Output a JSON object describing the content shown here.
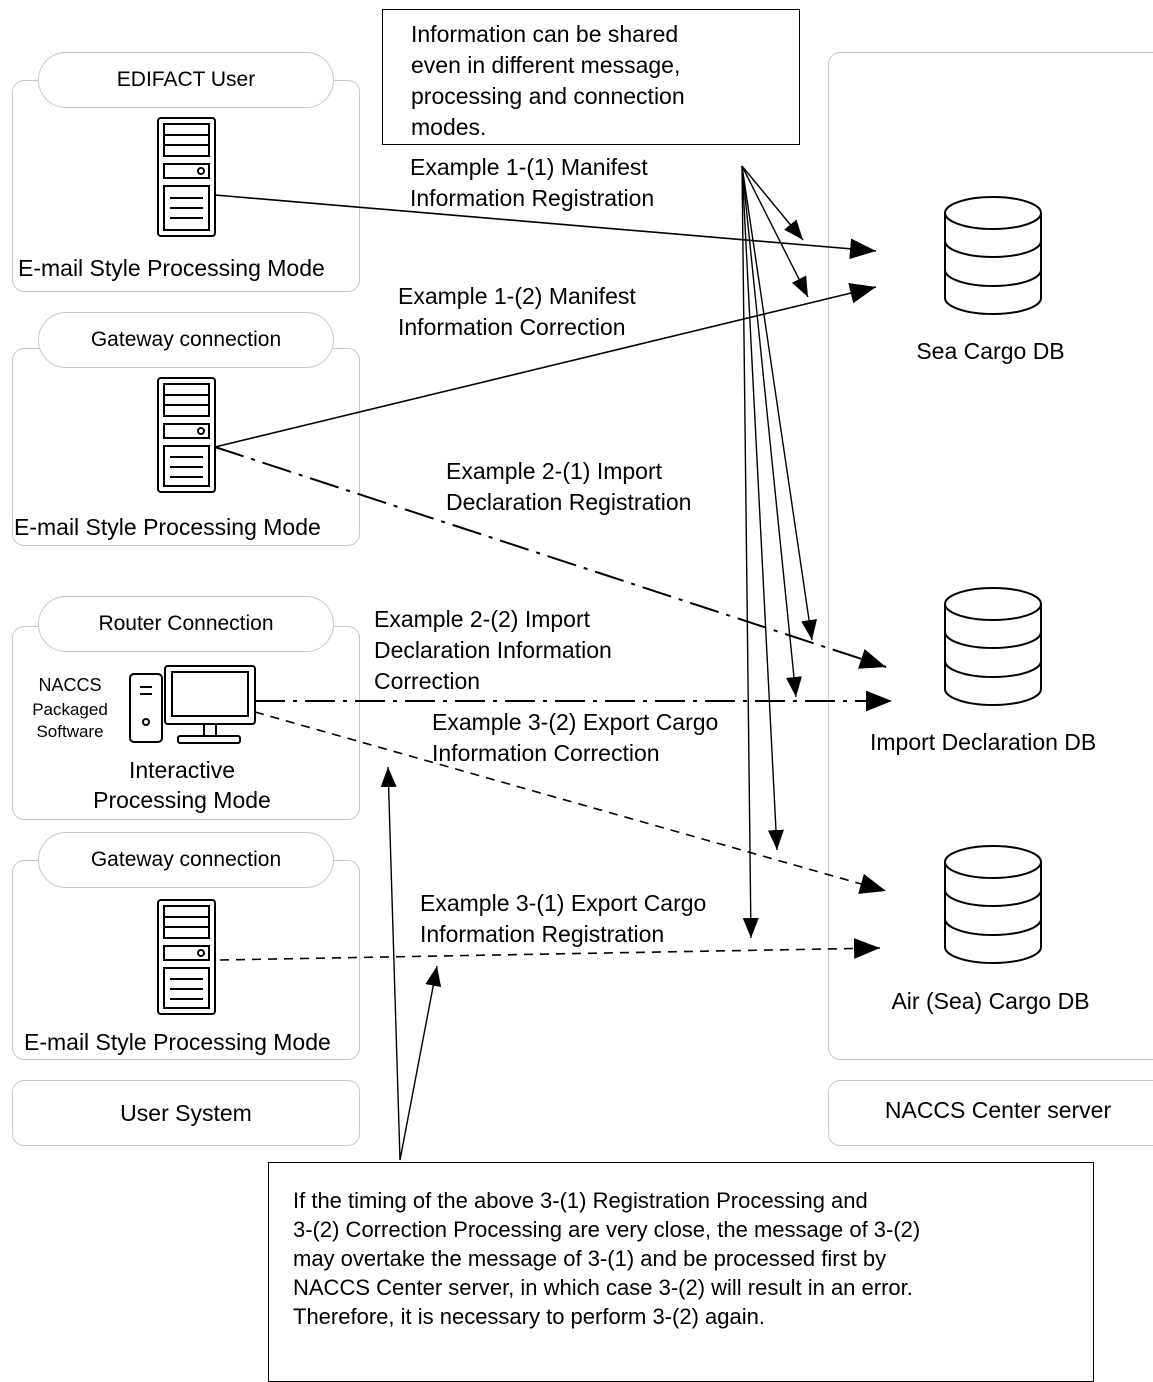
{
  "user_system": {
    "label": "User System",
    "groups": [
      {
        "connection": "EDIFACT User",
        "mode": "E-mail Style Processing Mode"
      },
      {
        "connection": "Gateway connection",
        "mode": "E-mail Style Processing Mode"
      },
      {
        "connection": "Router Connection",
        "mode_line1": "Interactive",
        "mode_line2": "Processing Mode",
        "software_line1": "NACCS",
        "software_line2": "Packaged",
        "software_line3": "Software"
      },
      {
        "connection": "Gateway connection",
        "mode": "E-mail Style Processing Mode"
      }
    ]
  },
  "center": {
    "label": "NACCS Center server",
    "databases": [
      {
        "name": "Sea Cargo DB"
      },
      {
        "name": "Import Declaration DB"
      },
      {
        "name": "Air (Sea) Cargo DB"
      }
    ]
  },
  "examples": [
    {
      "line1": "Example 1-(1) Manifest",
      "line2": "Information Registration"
    },
    {
      "line1": "Example 1-(2) Manifest",
      "line2": "Information Correction"
    },
    {
      "line1": "Example 2-(1) Import",
      "line2": "Declaration Registration"
    },
    {
      "line1": "Example 2-(2) Import",
      "line2": "Declaration Information",
      "line3": "Correction"
    },
    {
      "line1": "Example 3-(2) Export Cargo",
      "line2": "Information Correction"
    },
    {
      "line1": "Example 3-(1) Export Cargo",
      "line2": "Information Registration"
    }
  ],
  "notes": {
    "top": [
      "Information can be shared",
      "even in different message,",
      "processing and connection",
      "modes."
    ],
    "bottom": [
      " If the timing of the above 3-(1) Registration Processing and",
      "3-(2) Correction Processing are very close, the message of 3-(2)",
      "may overtake the message of 3-(1) and be processed first by",
      "NACCS Center server, in which case 3-(2) will result in an error.",
      " Therefore, it is necessary to perform 3-(2) again."
    ]
  },
  "icons": [
    "server-icon",
    "computer-monitor-icon",
    "database-icon"
  ]
}
